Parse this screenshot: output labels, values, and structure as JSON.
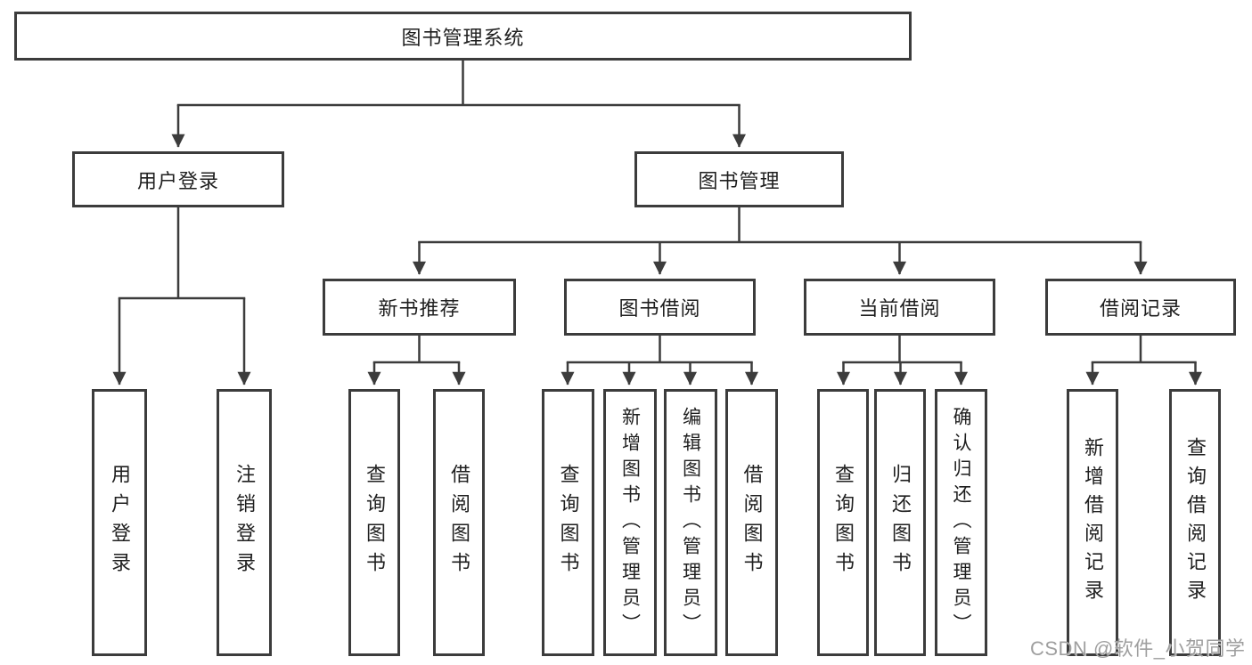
{
  "nodes": {
    "root": "图书管理系统",
    "user_login": "用户登录",
    "book_management": "图书管理",
    "new_book_recommend": "新书推荐",
    "book_borrow": "图书借阅",
    "current_borrow": "当前借阅",
    "borrow_records": "借阅记录"
  },
  "leaves": {
    "user_login": "用户登录",
    "logout": "注销登录",
    "recommend_query_book": "查询图书",
    "recommend_borrow_book": "借阅图书",
    "borrow_query_book": "查询图书",
    "borrow_add_book_admin": "新增图书（管理员）",
    "borrow_edit_book_admin": "编辑图书（管理员）",
    "borrow_borrow_book": "借阅图书",
    "current_query_book": "查询图书",
    "current_return_book": "归还图书",
    "current_confirm_return_admin": "确认归还（管理员）",
    "records_add_record": "新增借阅记录",
    "records_query_record": "查询借阅记录"
  },
  "watermark": "CSDN @软件_小贺同学",
  "colors": {
    "line": "#3c3c3c",
    "text": "#1f1f1f",
    "watermark": "#9f9f9f",
    "background": "#ffffff"
  }
}
